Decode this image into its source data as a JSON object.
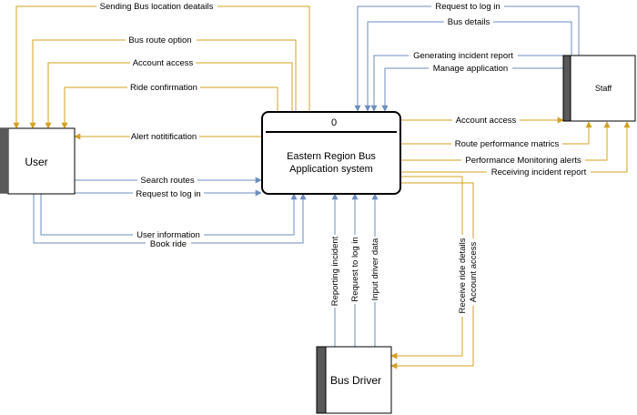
{
  "colors": {
    "orange": "#d4a122",
    "blue": "#6c8ebf",
    "stroke": "#000000",
    "text_bg": "#ffffff",
    "box_top": "#d9d9d9",
    "box_side": "#595959"
  },
  "process": {
    "id": "0",
    "name_line1": "Eastern Region Bus",
    "name_line2": "Application system"
  },
  "entities": {
    "user": "User",
    "staff": "Staff",
    "driver": "Bus Driver"
  },
  "flows": {
    "user": {
      "sending_bus_location": "Sending Bus location deatails",
      "bus_route_option": "Bus route option",
      "account_access": "Account access",
      "ride_confirmation": "Ride confirmation",
      "alert_notification": "Alert notitification",
      "search_routes": "Search routes",
      "request_to_log_in": "Request to log in",
      "user_information": "User information",
      "book_ride": "Book ride"
    },
    "staff": {
      "request_to_log_in": "Request to log in",
      "bus_details": "Bus details",
      "generating_incident_report": "Generating incident report",
      "manage_application": "Manage application",
      "account_access": "Account access",
      "route_performance_matrics": "Route performance matrics",
      "performance_monitoring_alerts": "Performance Monitoring alerts",
      "receiving_incident_report": "Receiving incident report"
    },
    "driver": {
      "reporting_incident": "Reporting incident",
      "request_to_log_in": "Request to log in",
      "input_driver_data": "Input driver data",
      "receive_ride_details": "Receive ride details",
      "account_access": "Account access"
    }
  }
}
